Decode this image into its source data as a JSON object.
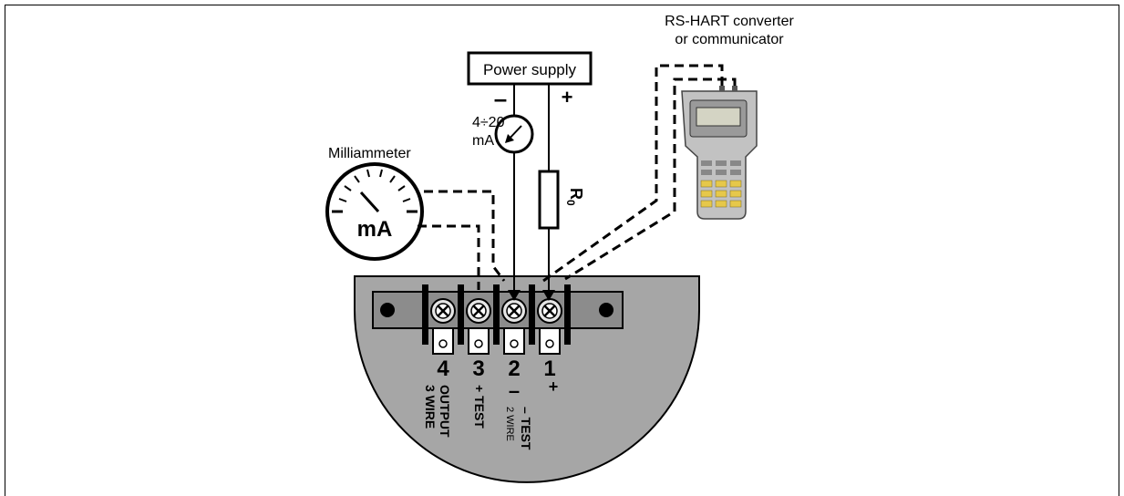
{
  "power_supply": {
    "label": "Power supply",
    "minus": "–",
    "plus": "+"
  },
  "current_source": {
    "value": "4÷20",
    "unit": "mA"
  },
  "resistor": {
    "label": "R",
    "subscript": "0"
  },
  "milliammeter": {
    "title": "Milliammeter",
    "unit": "mA"
  },
  "converter": {
    "line1": "RS-HART converter",
    "line2": "or communicator"
  },
  "terminals": [
    {
      "number": "4",
      "sign": ""
    },
    {
      "number": "3",
      "sign": ""
    },
    {
      "number": "2",
      "sign": "–"
    },
    {
      "number": "1",
      "sign": "+"
    }
  ],
  "terminal_labels": {
    "t4_line1": "OUTPUT",
    "t4_line2": "3 WIRE",
    "t3_line1": "+ TEST",
    "t2_line1": "– TEST",
    "t2_line2": "2 WIRE"
  }
}
